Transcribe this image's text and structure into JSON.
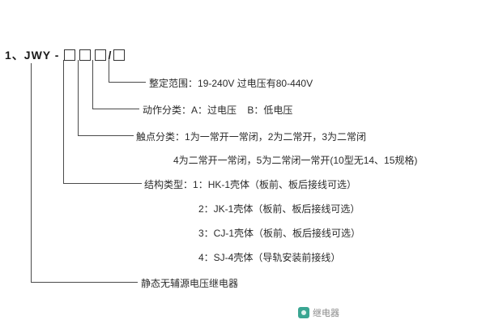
{
  "model": {
    "prefix": "1、JWY - ",
    "separator": "/"
  },
  "fields": {
    "range": {
      "label": "整定范围：",
      "value": "19-240V 过电压有80-440V"
    },
    "action": {
      "label": "动作分类：",
      "value": "A：过电压    B：低电压"
    },
    "contact": {
      "label": "触点分类：",
      "value": "1为一常开一常闭，2为二常开，3为二常闭",
      "value2": "4为二常开一常闭，5为二常闭一常开(10型无14、15规格)"
    },
    "structure": {
      "label": "结构类型：",
      "options": [
        "1：HK-1壳体（板前、板后接线可选）",
        "2：JK-1壳体（板前、板后接线可选）",
        "3：CJ-1壳体（板前、板后接线可选）",
        "4：SJ-4壳体（导轨安装前接线）"
      ]
    },
    "product": {
      "value": "静态无辅源电压继电器"
    }
  },
  "watermark": {
    "text": "继电器",
    "icon_color": "#3aa692"
  }
}
